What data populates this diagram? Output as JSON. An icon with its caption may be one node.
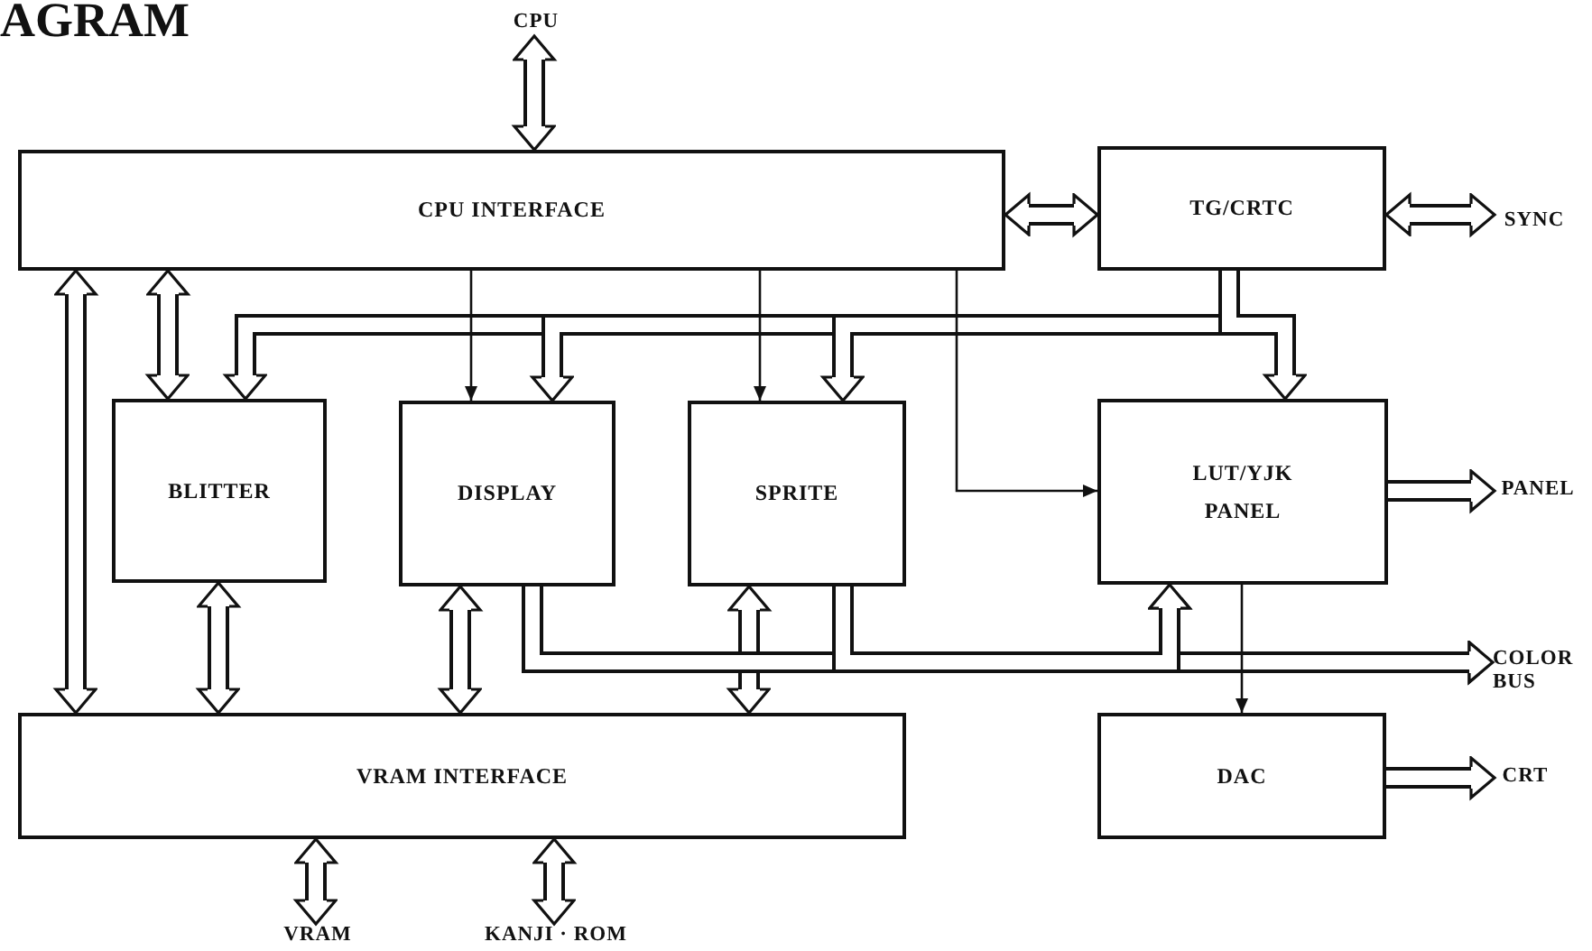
{
  "diagram": {
    "title": "AGRAM",
    "nodes": [
      {
        "text": [
          "CPU"
        ]
      },
      {
        "text": [
          "CPU INTERFACE"
        ]
      },
      {
        "text": [
          "TG/CRTC"
        ]
      },
      {
        "text": [
          "SYNC"
        ]
      },
      {
        "text": [
          "BLITTER"
        ]
      },
      {
        "text": [
          "DISPLAY"
        ]
      },
      {
        "text": [
          "SPRITE"
        ]
      },
      {
        "text": [
          "LUT/YJK PANEL"
        ]
      },
      {
        "text": [
          "PANEL"
        ]
      },
      {
        "text": [
          "VRAM INTERFACE"
        ]
      },
      {
        "text": [
          "DAC"
        ]
      },
      {
        "text": [
          "CRT"
        ]
      },
      {
        "text": [
          "COLOR BUS"
        ]
      },
      {
        "text": [
          "VRAM"
        ]
      },
      {
        "text": [
          "KANJI · ROM"
        ]
      }
    ],
    "edges": [
      {
        "from": 0,
        "to": 1,
        "arrow": "both"
      },
      {
        "from": 1,
        "to": 2,
        "arrow": "both"
      },
      {
        "from": 2,
        "to": 3,
        "arrow": "both"
      },
      {
        "from": 1,
        "to": 9,
        "arrow": "both"
      },
      {
        "from": 1,
        "to": 4,
        "arrow": "both"
      },
      {
        "from": 2,
        "to": 4,
        "arrow": "to"
      },
      {
        "from": 2,
        "to": 5,
        "arrow": "to"
      },
      {
        "from": 2,
        "to": 6,
        "arrow": "to"
      },
      {
        "from": 2,
        "to": 7,
        "arrow": "to"
      },
      {
        "from": 1,
        "to": 5,
        "arrow": "to"
      },
      {
        "from": 1,
        "to": 6,
        "arrow": "to"
      },
      {
        "from": 1,
        "to": 7,
        "arrow": "to"
      },
      {
        "from": 4,
        "to": 9,
        "arrow": "both"
      },
      {
        "from": 5,
        "to": 9,
        "arrow": "both"
      },
      {
        "from": 6,
        "to": 9,
        "arrow": "both"
      },
      {
        "from": 5,
        "to": 12,
        "arrow": "to"
      },
      {
        "from": 5,
        "to": 7,
        "arrow": "to"
      },
      {
        "from": 6,
        "to": 12,
        "arrow": "to"
      },
      {
        "from": 6,
        "to": 7,
        "arrow": "to"
      },
      {
        "from": 7,
        "to": 8,
        "arrow": "to"
      },
      {
        "from": 7,
        "to": 10,
        "arrow": "to"
      },
      {
        "from": 10,
        "to": 11,
        "arrow": "to"
      },
      {
        "from": 9,
        "to": 13,
        "arrow": "both"
      },
      {
        "from": 9,
        "to": 14,
        "arrow": "both"
      }
    ]
  }
}
